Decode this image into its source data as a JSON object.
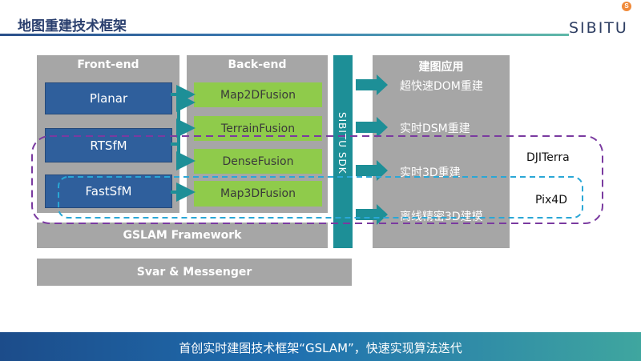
{
  "title": "地图重建技术框架",
  "logo": "SIBITU",
  "front_end": {
    "header": "Front-end",
    "items": [
      "Planar",
      "RTSfM",
      "FastSfM"
    ]
  },
  "back_end": {
    "header": "Back-end",
    "items": [
      "Map2DFusion",
      "TerrainFusion",
      "DenseFusion",
      "Map3DFusion"
    ]
  },
  "sdk_label": "SIBITU SDK",
  "apps": {
    "header": "建图应用",
    "items": [
      "超快速DOM重建",
      "实时DSM重建",
      "实时3D重建",
      "离线精密3D建模"
    ]
  },
  "competitors": [
    "DJITerra",
    "Pix4D"
  ],
  "gslam_framework": "GSLAM Framework",
  "svar_messenger": "Svar & Messenger",
  "banner": "首创实时建图技术框架“GSLAM”，快速实现算法迭代",
  "colors": {
    "blue_box": "#2f5f9c",
    "green_box": "#8fcb4b",
    "teal": "#1d8f97",
    "panel": "#a6a6a6",
    "purple_dash": "#7a3aa0",
    "cyan_dash": "#2aa7d6"
  }
}
